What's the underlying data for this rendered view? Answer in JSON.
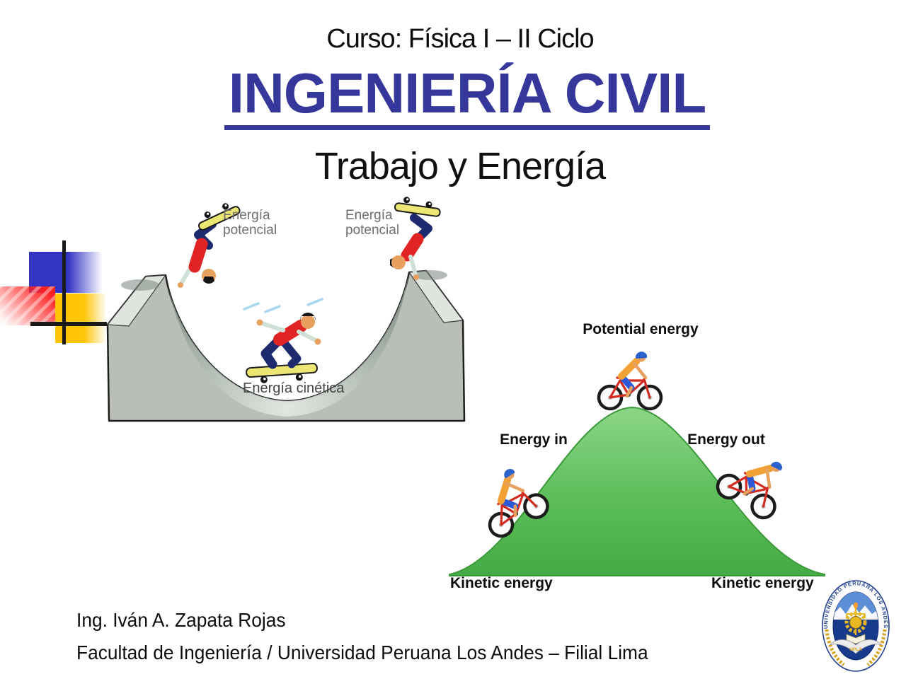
{
  "header": {
    "course": "Curso: Física I – II Ciclo",
    "title": "INGENIERÍA CIVIL",
    "subtitle": "Trabajo y Energía"
  },
  "halfpipe_figure": {
    "label_top_left": "Energía potencial",
    "label_top_right": "Energía potencial",
    "label_bottom": "Energía cinética"
  },
  "hill_figure": {
    "label_top": "Potential energy",
    "label_left": "Energy in",
    "label_right": "Energy out",
    "label_bottom_left": "Kinetic energy",
    "label_bottom_right": "Kinetic energy"
  },
  "footer": {
    "author": "Ing. Iván A. Zapata Rojas",
    "affiliation": "Facultad de Ingeniería / Universidad Peruana Los Andes – Filial Lima"
  },
  "logo": {
    "ring_text": "UNIVERSIDAD PERUANA LOS ANDES",
    "acronym": "UPLA"
  },
  "colors": {
    "title_blue": "#35379b",
    "deco_blue": "#3434c4",
    "deco_yellow": "#ffc606",
    "deco_red": "#ff1f1f",
    "ramp_gray": "#b9bfb6",
    "hill_green_top": "#8cd687",
    "hill_green_bottom": "#44aa44"
  }
}
